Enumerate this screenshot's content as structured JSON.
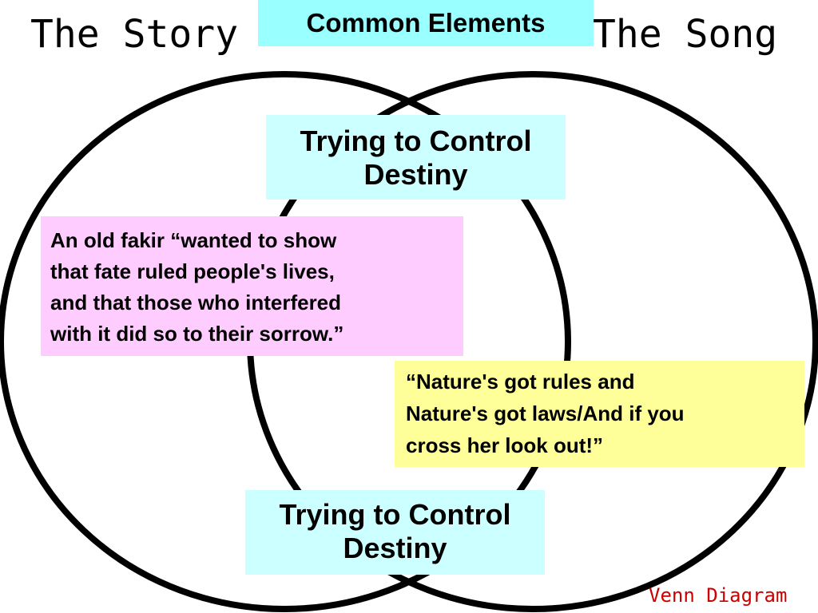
{
  "titles": {
    "left": "The Story",
    "right": "The Song"
  },
  "common_header": {
    "label": "Common Elements",
    "background": "#99FFFF"
  },
  "common_boxes": {
    "background": "#CCFFFF",
    "top": {
      "lines": [
        "Trying to Control",
        "Destiny"
      ]
    },
    "bottom": {
      "lines": [
        "Trying to Control",
        "Destiny"
      ]
    }
  },
  "story_quote": {
    "background": "#FFCCFF",
    "lines": [
      "An old fakir “wanted to show",
      "that fate ruled people's lives,",
      "and that those who interfered",
      "with it did so to their sorrow.”"
    ]
  },
  "song_quote": {
    "background": "#FFFF99",
    "lines": [
      "“Nature's got rules and",
      "Nature's got laws/And if you",
      "cross her look out!”"
    ]
  },
  "caption": {
    "text": "Venn Diagram",
    "color": "#CC0000"
  }
}
